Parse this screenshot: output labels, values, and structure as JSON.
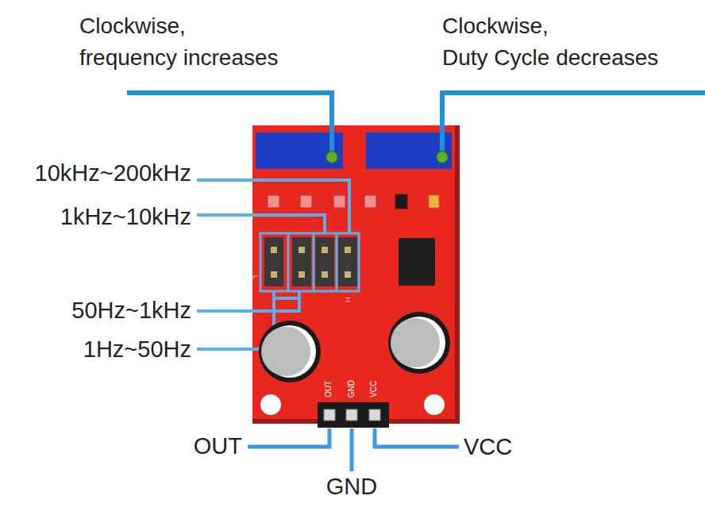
{
  "diagram": {
    "labels": [
      "Clockwise, frequency increases",
      "Clockwise, Duty Cycle decreases",
      "10kHz~200kHz",
      "1kHz~10kHz",
      "L",
      "H",
      "50Hz~1kHz",
      "1Hz~50Hz",
      "OUT",
      "GND",
      "VCC",
      "OUT",
      "VCC",
      "GND"
    ]
  }
}
